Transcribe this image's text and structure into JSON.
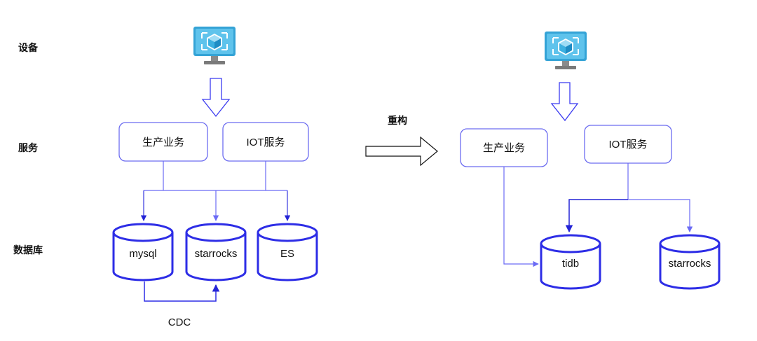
{
  "layers": {
    "device": "设备",
    "service": "服务",
    "database": "数据库"
  },
  "transition": {
    "label": "重构"
  },
  "before": {
    "services": {
      "production": "生产业务",
      "iot": "IOT服务"
    },
    "databases": {
      "mysql": "mysql",
      "starrocks": "starrocks",
      "es": "ES"
    },
    "sync_label": "CDC"
  },
  "after": {
    "services": {
      "production": "生产业务",
      "iot": "IOT服务"
    },
    "databases": {
      "tidb": "tidb",
      "starrocks": "starrocks"
    }
  },
  "icons": {
    "device": "monitor-cube-icon"
  },
  "colors": {
    "service_border": "#6c6cf0",
    "db_stroke": "#2d2de6",
    "connector": "#6b6bf5",
    "connector_dark": "#2424d6",
    "hollow_arrow": "#3b3bf0",
    "monitor_screen": "#34a3d6",
    "monitor_base": "#8a8a8a"
  }
}
